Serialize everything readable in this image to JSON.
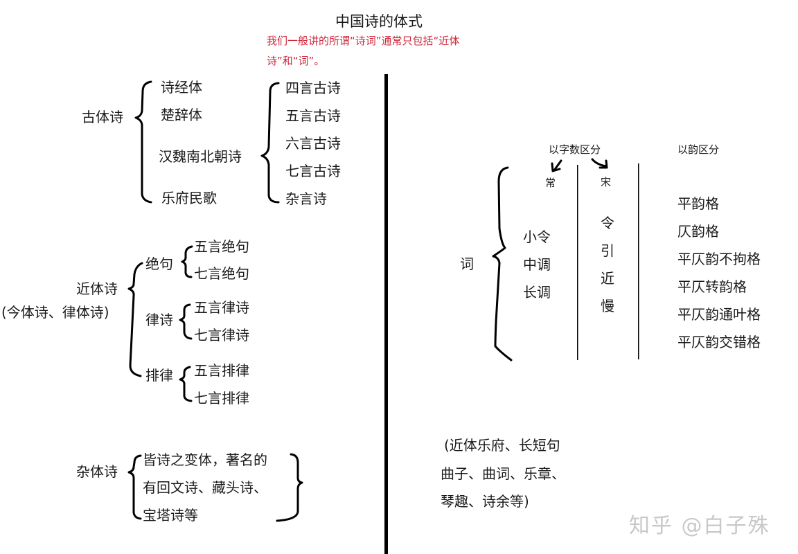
{
  "title": "中国诗的体式",
  "note": {
    "line1": "我们一般讲的所谓“诗词”通常只包括“近体",
    "line2": "诗”和“词”。",
    "color": "#d0263a"
  },
  "gutishi": {
    "label": "古体诗",
    "children": [
      "诗经体",
      "楚辞体",
      "汉魏南北朝诗",
      "乐府民歌"
    ],
    "hanwei_children": [
      "四言古诗",
      "五言古诗",
      "六言古诗",
      "七言古诗",
      "杂言诗"
    ]
  },
  "jintishi": {
    "label": "近体诗",
    "alias": "(今体诗、律体诗)",
    "groups": [
      {
        "label": "绝句",
        "items": [
          "五言绝句",
          "七言绝句"
        ]
      },
      {
        "label": "律诗",
        "items": [
          "五言律诗",
          "七言律诗"
        ]
      },
      {
        "label": "排律",
        "items": [
          "五言排律",
          "七言排律"
        ]
      }
    ]
  },
  "zatishi": {
    "label": "杂体诗",
    "lines": [
      "皆诗之变体，著名的",
      "有回文诗、藏头诗、",
      "宝塔诗等"
    ]
  },
  "ci": {
    "label": "词",
    "by_word_count_header": "以字数区分",
    "by_rhyme_header": "以韵区分",
    "chang_label": "常",
    "song_label": "宋",
    "chang_items": [
      "小令",
      "中调",
      "长调"
    ],
    "song_items": [
      "令",
      "引",
      "近",
      "慢"
    ],
    "rhyme_items": [
      "平韵格",
      "仄韵格",
      "平仄韵不拘格",
      "平仄转韵格",
      "平仄韵通叶格",
      "平仄韵交错格"
    ],
    "aliases": [
      "(近体乐府、长短句",
      "曲子、曲词、乐章、",
      "琴趣、诗余等)"
    ]
  },
  "watermark": "知乎 @白子殊"
}
